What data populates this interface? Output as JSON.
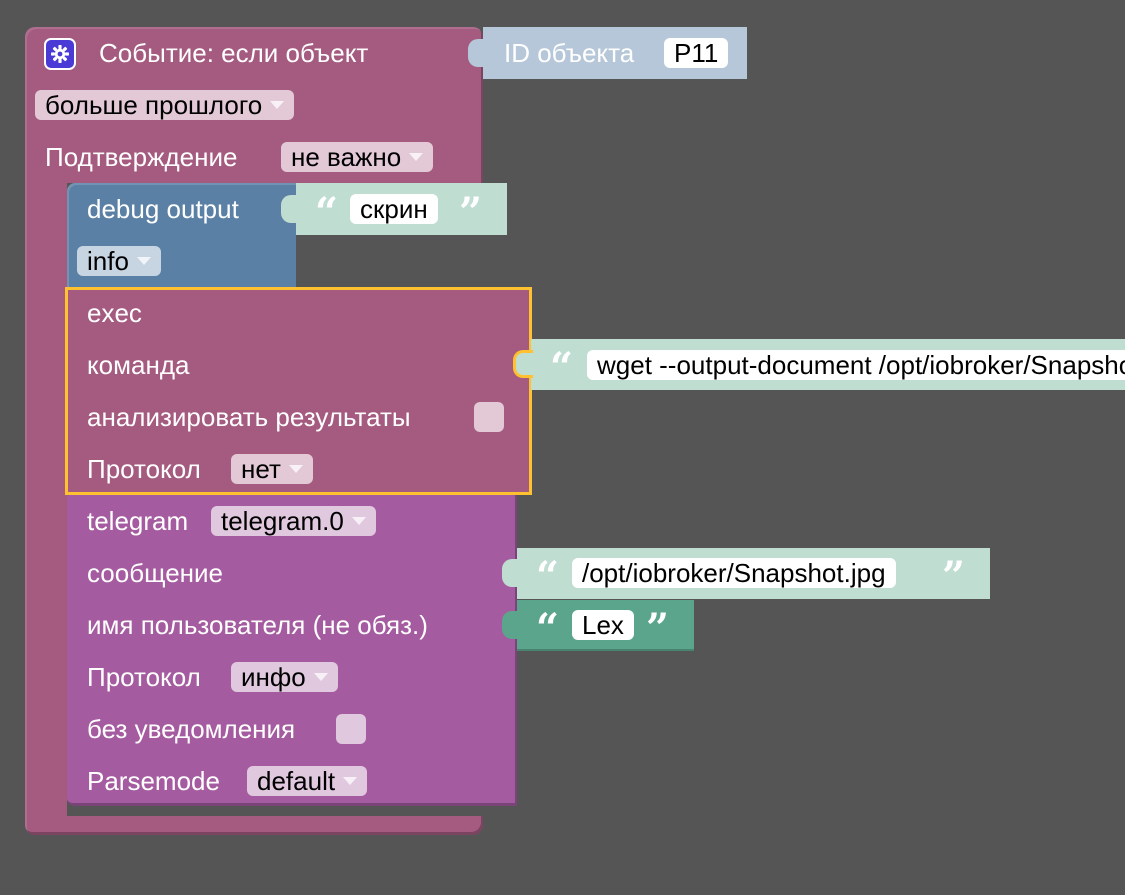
{
  "event_block": {
    "title": "Событие: если объект",
    "object_id_label": "ID объекта",
    "object_id_value": "P11",
    "condition_dropdown": "больше прошлого",
    "confirm_label": "Подтверждение",
    "confirm_dropdown": "не важно",
    "icon": "gear-icon",
    "color": "#A55B80"
  },
  "debug_block": {
    "label": "debug output",
    "text_value": "скрин",
    "level_dropdown": "info",
    "color": "#5B80A5"
  },
  "exec_block": {
    "title": "exec",
    "command_label": "команда",
    "command_value": "wget --output-document /opt/iobroker/Snapshot.jpg",
    "analyze_label": "анализировать результаты",
    "protocol_label": "Протокол",
    "protocol_dropdown": "нет",
    "color": "#A55B80",
    "highlight": "#FFC12F"
  },
  "telegram_block": {
    "label": "telegram",
    "instance_dropdown": "telegram.0",
    "message_label": "сообщение",
    "message_value": "/opt/iobroker/Snapshot.jpg",
    "user_label": "имя пользователя (не обяз.)",
    "user_value": "Lex",
    "protocol_label": "Протокол",
    "protocol_dropdown": "инфо",
    "silent_label": "без уведомления",
    "parsemode_label": "Parsemode",
    "parsemode_dropdown": "default",
    "color": "#A55BA0"
  },
  "text_block_color": "#BFDDD1",
  "text_block_selected_color": "#5BA58C",
  "object_block_color": "#B5C7D8"
}
